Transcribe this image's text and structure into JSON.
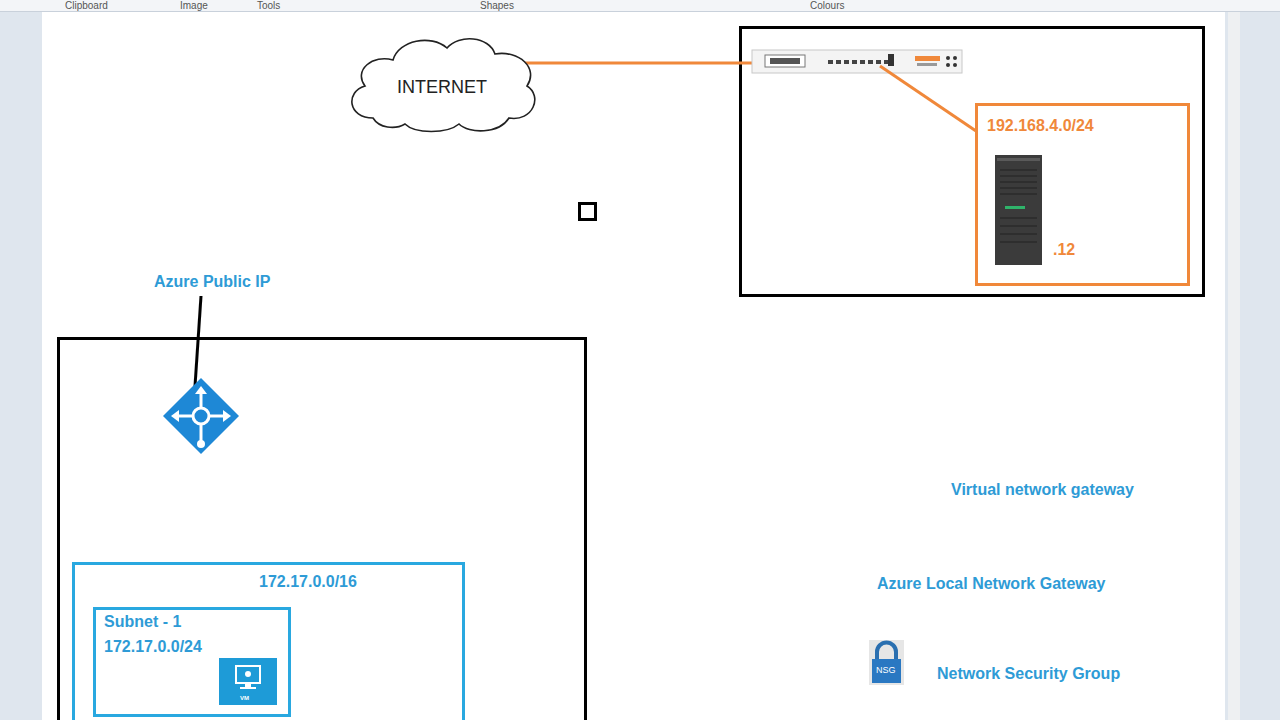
{
  "diagram": {
    "nodes": [
      {
        "text": [
          "INTERNET"
        ]
      },
      {
        "text": [
          "192.168.4.0/24",
          ".12"
        ]
      },
      {
        "text": [
          "172.17.0.0/16"
        ]
      },
      {
        "text": [
          "Subnet - 1",
          "172.17.0.0/24"
        ],
        "in": 2
      }
    ],
    "labels": [
      "Clipboard",
      "Image",
      "Tools",
      "Shapes",
      "Colours",
      "Azure Public IP",
      "VM",
      "NSG",
      "Virtual network gateway",
      "Azure Local Network Gateway",
      "Network Security Group"
    ]
  }
}
